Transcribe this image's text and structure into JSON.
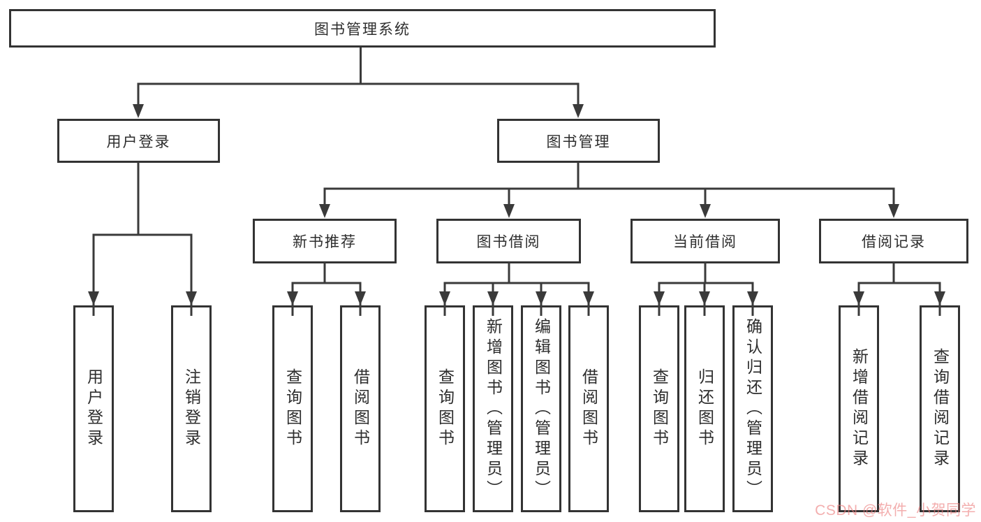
{
  "tree": {
    "label": "图书管理系统",
    "children": [
      {
        "label": "用户登录",
        "children": [
          {
            "label": "用户登录"
          },
          {
            "label": "注销登录"
          }
        ]
      },
      {
        "label": "图书管理",
        "children": [
          {
            "label": "新书推荐",
            "children": [
              {
                "label": "查询图书"
              },
              {
                "label": "借阅图书"
              }
            ]
          },
          {
            "label": "图书借阅",
            "children": [
              {
                "label": "查询图书"
              },
              {
                "label": "新增图书（管理员）"
              },
              {
                "label": "编辑图书（管理员）"
              },
              {
                "label": "借阅图书"
              }
            ]
          },
          {
            "label": "当前借阅",
            "children": [
              {
                "label": "查询图书"
              },
              {
                "label": "归还图书"
              },
              {
                "label": "确认归还（管理员）"
              }
            ]
          },
          {
            "label": "借阅记录",
            "children": [
              {
                "label": "新增借阅记录"
              },
              {
                "label": "查询借阅记录"
              }
            ]
          }
        ]
      }
    ]
  },
  "watermark": {
    "text": "CSDN @软件_小贺同学"
  },
  "colors": {
    "line": "#3a3a3a",
    "box_border": "#333333",
    "text": "#2d2d2d",
    "watermark": "rgba(235,125,125,0.62)",
    "background": "#ffffff"
  }
}
